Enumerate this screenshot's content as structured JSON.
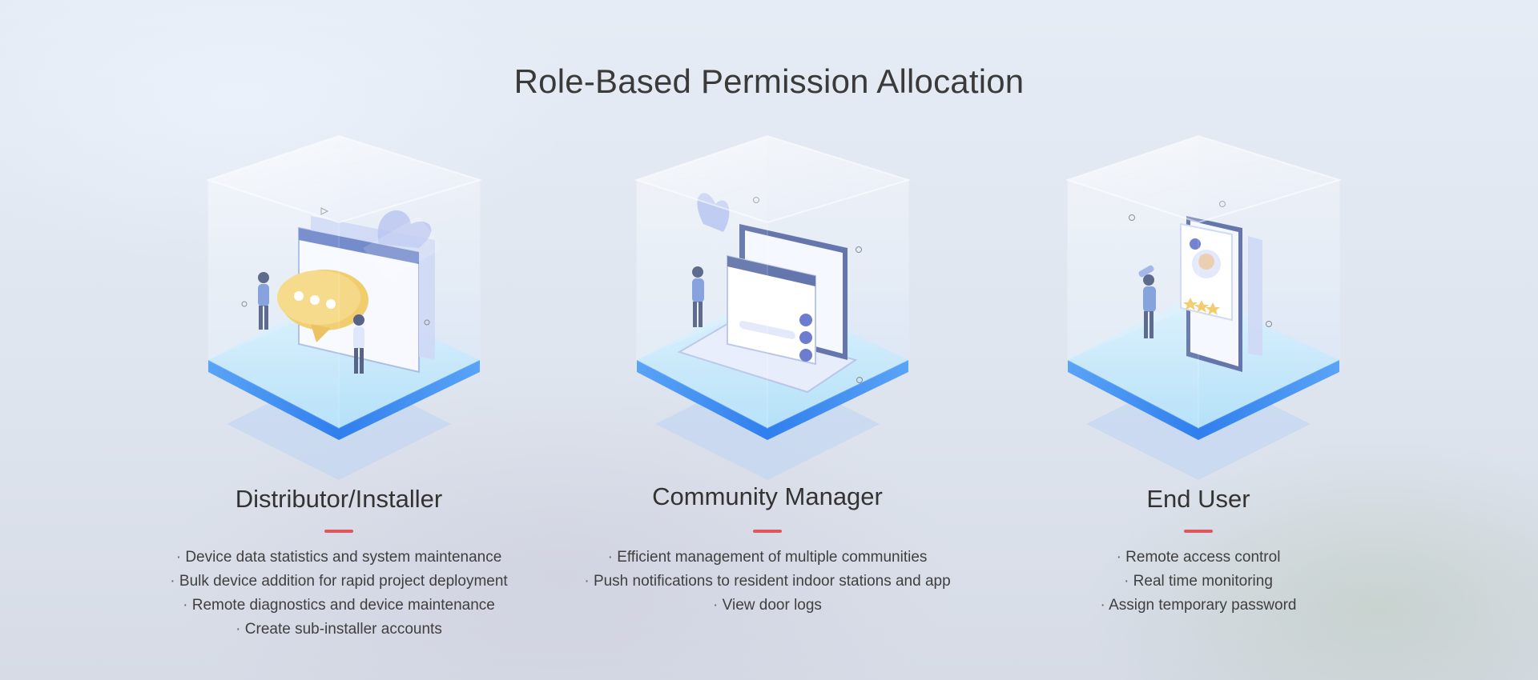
{
  "page": {
    "title": "Role-Based Permission Allocation"
  },
  "colors": {
    "accent": "#e0565f",
    "cube_base": "#3b8cf0",
    "figure_blue": "#6b8fd6",
    "chat_yellow": "#f0c556"
  },
  "roles": [
    {
      "title": "Distributor/Installer",
      "illustration": "chat-window-illustration",
      "features": [
        "Device data statistics and system maintenance",
        "Bulk device addition for rapid project deployment",
        "Remote diagnostics and device maintenance",
        "Create sub-installer accounts"
      ]
    },
    {
      "title": "Community Manager",
      "illustration": "laptop-checklist-illustration",
      "features": [
        "Efficient management of multiple communities",
        "Push notifications to resident indoor stations and app",
        "View door logs"
      ]
    },
    {
      "title": "End User",
      "illustration": "phone-profile-illustration",
      "features": [
        "Remote access control",
        "Real time monitoring",
        "Assign temporary password"
      ]
    }
  ]
}
